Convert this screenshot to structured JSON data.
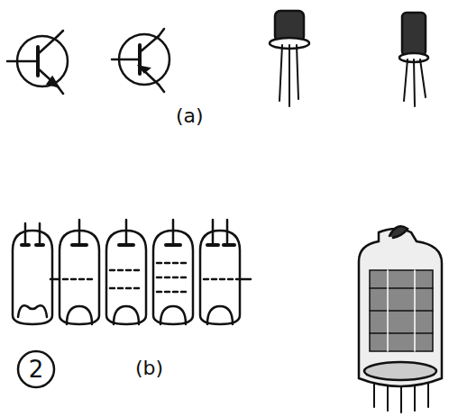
{
  "diagram": {
    "nodes": [
      {
        "text": [
          "2"
        ]
      }
    ],
    "labels": [
      "(a)",
      "(b)"
    ]
  }
}
